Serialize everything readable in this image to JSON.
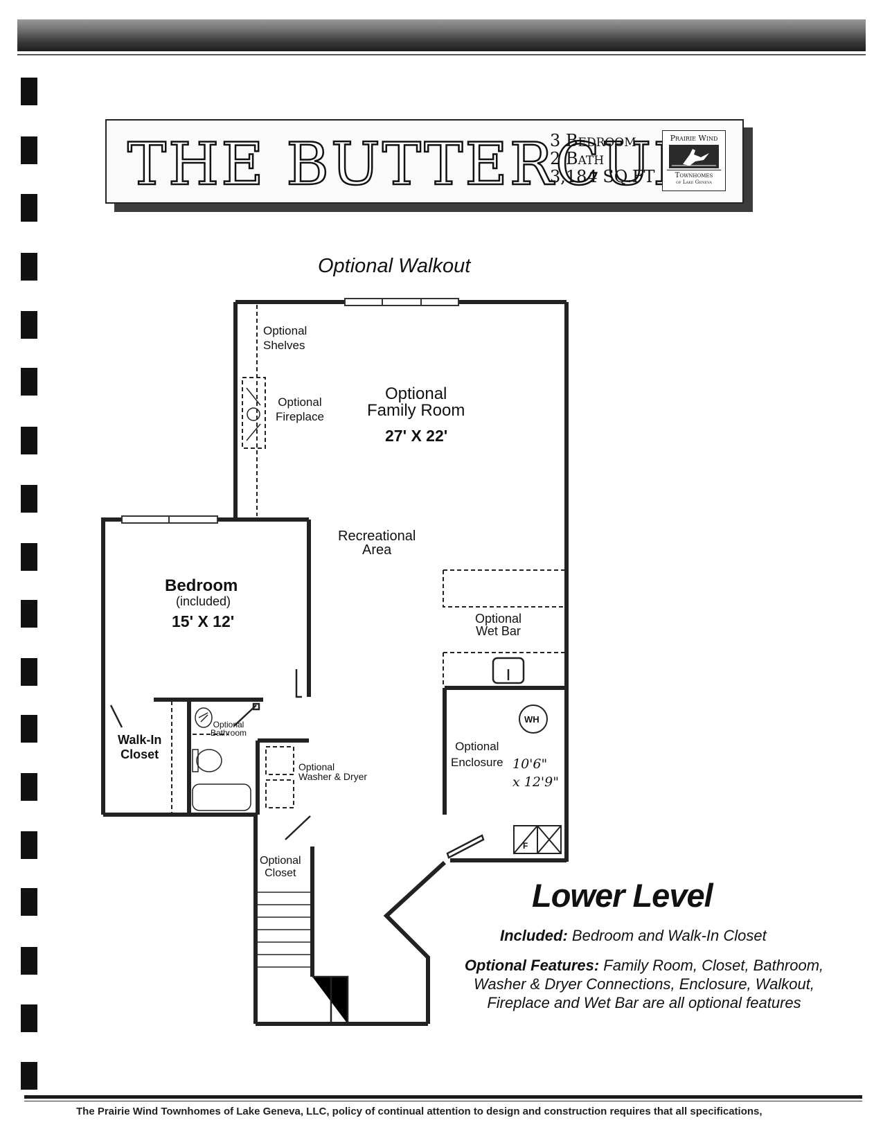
{
  "header": {
    "title": "THE BUTTERCUP",
    "specs": [
      "3 Bedroom",
      "2 Bath",
      "3,184 SQ.FT"
    ],
    "logo": {
      "top": "Prairie Wind",
      "bottom": "Townhomes",
      "sub": "of Lake Geneva"
    }
  },
  "plan": {
    "walkout": "Optional Walkout",
    "shelves": [
      "Optional",
      "Shelves"
    ],
    "fireplace": [
      "Optional",
      "Fireplace"
    ],
    "family_room": [
      "Optional",
      "Family Room"
    ],
    "family_dims": "27' X 22'",
    "rec_area": [
      "Recreational",
      "Area"
    ],
    "bedroom": "Bedroom",
    "bedroom_note": "(included)",
    "bedroom_dims": "15' X 12'",
    "wet_bar": [
      "Optional",
      "Wet Bar"
    ],
    "walkin": [
      "Walk-In",
      "Closet"
    ],
    "bathroom": [
      "Optional",
      "Bathroom"
    ],
    "washer": [
      "Optional",
      "Washer & Dryer"
    ],
    "enclosure": [
      "Optional",
      "Enclosure"
    ],
    "hand_dims": [
      "10'6\"",
      "x 12'9\""
    ],
    "wh": "WH",
    "furnace": "F",
    "closet": [
      "Optional",
      "Closet"
    ]
  },
  "legend": {
    "heading": "Lower Level",
    "included_label": "Included:",
    "included_text": "Bedroom and Walk-In Closet",
    "optional_label": "Optional Features:",
    "optional_text": "Family Room, Closet, Bathroom, Washer & Dryer Connections, Enclosure, Walkout, Fireplace and Wet Bar are all optional features"
  },
  "footer": {
    "text": "The Prairie Wind Townhomes of Lake Geneva, LLC, policy of continual attention to design and construction requires that all specifications,"
  }
}
